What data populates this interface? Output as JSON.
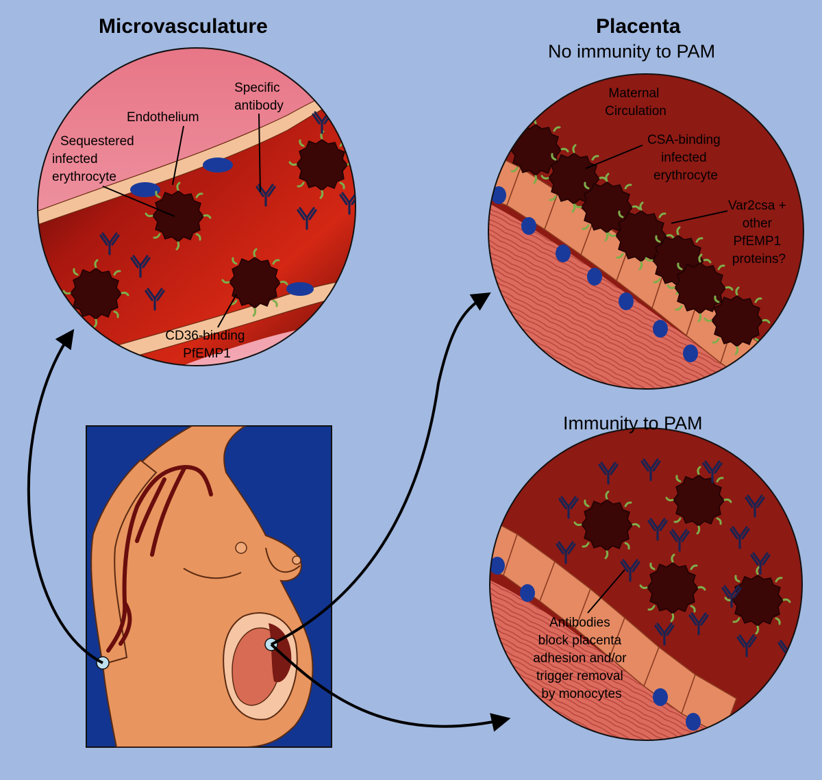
{
  "headings": {
    "microvasculature": "Microvasculature",
    "placenta": "Placenta",
    "no_immunity": "No immunity to PAM",
    "immunity": "Immunity to PAM"
  },
  "micro_labels": {
    "specific_antibody": [
      "Specific",
      "antibody"
    ],
    "endothelium": "Endothelium",
    "sequestered": [
      "Sequestered",
      "infected",
      "erythrocyte"
    ],
    "cd36": [
      "CD36-binding",
      "PfEMP1"
    ]
  },
  "placenta_labels": {
    "maternal": [
      "Maternal",
      "Circulation"
    ],
    "csa": [
      "CSA-binding",
      "infected",
      "erythrocyte"
    ],
    "var2csa": [
      "Var2csa +",
      "other",
      "PfEMP1",
      "proteins?"
    ]
  },
  "immunity_labels": {
    "antibodies": [
      "Antibodies",
      "block placenta",
      "adhesion and/or",
      "trigger removal",
      "by monocytes"
    ]
  },
  "colors": {
    "background": "#a2b9e1",
    "blood": "#8e1a14",
    "infected_cell": "#3a0606",
    "pfemp1": "#7eae4b",
    "antibody": "#1b2352",
    "endothelium": "#e58a63",
    "nucleus": "#1a3a9b",
    "skin": "#e8955f",
    "panel": "#123591"
  }
}
